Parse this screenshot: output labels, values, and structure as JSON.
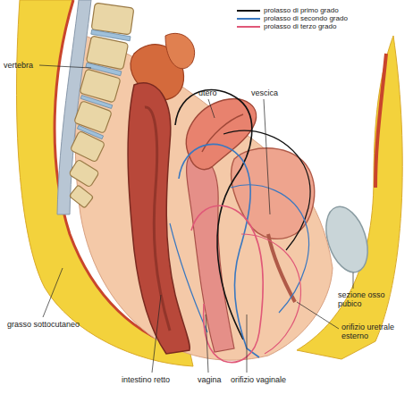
{
  "diagram": {
    "labels": [
      "vertebra",
      "utero",
      "vescica",
      "sezione osso pubico",
      "orifizio uretrale esterno",
      "grasso sottocutaneo",
      "intestino retto",
      "vagina",
      "orifizio vaginale"
    ],
    "legend": [
      {
        "text": "prolasso di primo grado"
      },
      {
        "text": "prolasso di secondo grado"
      },
      {
        "text": "prolasso di terzo grado"
      }
    ]
  }
}
